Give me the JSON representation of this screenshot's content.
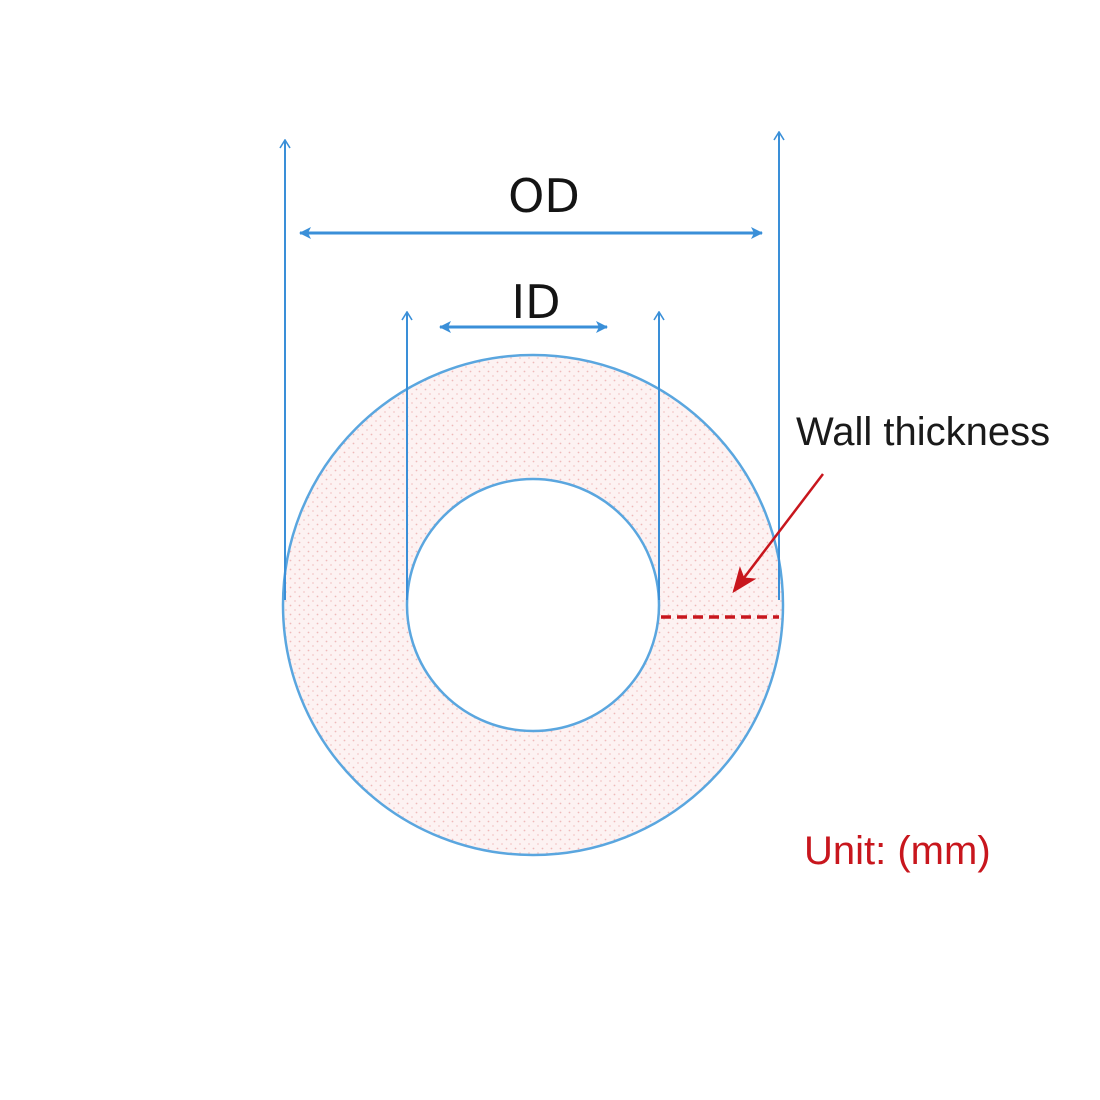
{
  "labels": {
    "od": "OD",
    "id": "ID",
    "wall_thickness": "Wall thickness",
    "unit": "Unit: (mm)"
  },
  "colors": {
    "dimension_blue": "#3a8fd8",
    "outline_blue": "#5aa6df",
    "ring_fill": "#fdf0f0",
    "ring_dots": "#efb9b9",
    "accent_red": "#c8161d",
    "text_dark": "#141414"
  }
}
